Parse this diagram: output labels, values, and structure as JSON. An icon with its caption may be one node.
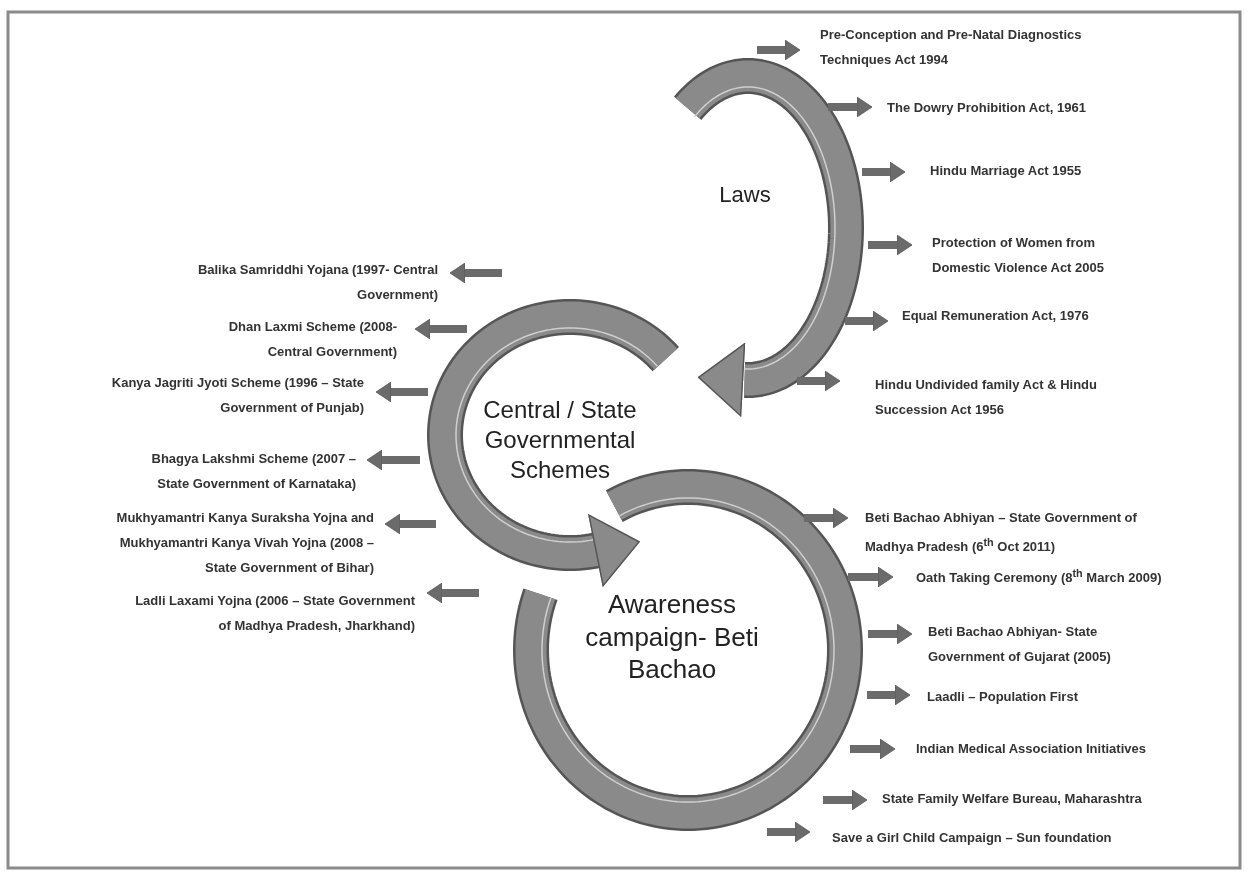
{
  "diagram": {
    "nodes": [
      {
        "text": [
          "Laws"
        ]
      },
      {
        "text": [
          "Pre-Conception and Pre-Natal Diagnostics Techniques Act 1994"
        ]
      },
      {
        "text": [
          "The Dowry Prohibition Act, 1961"
        ]
      },
      {
        "text": [
          "Hindu Marriage Act 1955"
        ]
      },
      {
        "text": [
          "Protection of Women from Domestic Violence Act 2005"
        ]
      },
      {
        "text": [
          "Equal Remuneration Act, 1976"
        ]
      },
      {
        "text": [
          "Hindu Undivided family Act & Hindu Succession Act 1956"
        ]
      },
      {
        "text": [
          "Central / State Governmental Schemes"
        ]
      },
      {
        "text": [
          "Balika Samriddhi Yojana (1997- Central Government)"
        ]
      },
      {
        "text": [
          "Dhan Laxmi Scheme (2008- Central Government)"
        ]
      },
      {
        "text": [
          "Kanya Jagriti Jyoti Scheme (1996 – State Government of Punjab)"
        ]
      },
      {
        "text": [
          "Bhagya Lakshmi Scheme (2007 – State Government of Karnataka)"
        ]
      },
      {
        "text": [
          "Mukhyamantri Kanya Suraksha Yojna and Mukhyamantri Kanya Vivah Yojna (2008 – State Government of Bihar)"
        ]
      },
      {
        "text": [
          "Ladli Laxami Yojna (2006 – State Government of Madhya Pradesh, Jharkhand)"
        ]
      },
      {
        "text": [
          "Awareness campaign- Beti Bachao"
        ]
      },
      {
        "text": [
          "Beti Bachao Abhiyan – State Government of Madhya Pradesh (6$^{th}$ Oct 2011)"
        ]
      },
      {
        "text": [
          "Oath Taking Ceremony (8$^{th}$ March 2009)"
        ]
      },
      {
        "text": [
          "Beti Bachao Abhiyan- State Government of Gujarat (2005)"
        ]
      },
      {
        "text": [
          "Laadli – Population First"
        ]
      },
      {
        "text": [
          "Indian Medical Association Initiatives"
        ]
      },
      {
        "text": [
          "State Family Welfare Bureau, Maharashtra"
        ]
      },
      {
        "text": [
          "Save a Girl Child Campaign – Sun foundation"
        ]
      }
    ],
    "edges": [
      {
        "from": 0,
        "to": 1,
        "arrow": "to"
      },
      {
        "from": 0,
        "to": 2,
        "arrow": "to"
      },
      {
        "from": 0,
        "to": 3,
        "arrow": "to"
      },
      {
        "from": 0,
        "to": 4,
        "arrow": "to"
      },
      {
        "from": 0,
        "to": 5,
        "arrow": "to"
      },
      {
        "from": 0,
        "to": 6,
        "arrow": "to"
      },
      {
        "from": null,
        "to": 8,
        "arrow": "to"
      },
      {
        "from": 7,
        "to": 9,
        "arrow": "to"
      },
      {
        "from": 7,
        "to": 10,
        "arrow": "to"
      },
      {
        "from": 7,
        "to": 11,
        "arrow": "to"
      },
      {
        "from": 7,
        "to": 12,
        "arrow": "to"
      },
      {
        "from": null,
        "to": 13,
        "arrow": "to"
      },
      {
        "from": 14,
        "to": 15,
        "arrow": "to"
      },
      {
        "from": 14,
        "to": 16,
        "arrow": "to"
      },
      {
        "from": 14,
        "to": 17,
        "arrow": "to"
      },
      {
        "from": 14,
        "to": 18,
        "arrow": "to"
      },
      {
        "from": 14,
        "to": 19,
        "arrow": "to"
      },
      {
        "from": 14,
        "to": 20,
        "arrow": "to"
      },
      {
        "from": 14,
        "to": 21,
        "arrow": "to"
      },
      {
        "from": 0,
        "to": 7,
        "arrow": "to"
      },
      {
        "from": 7,
        "to": 14,
        "arrow": "to"
      }
    ]
  }
}
